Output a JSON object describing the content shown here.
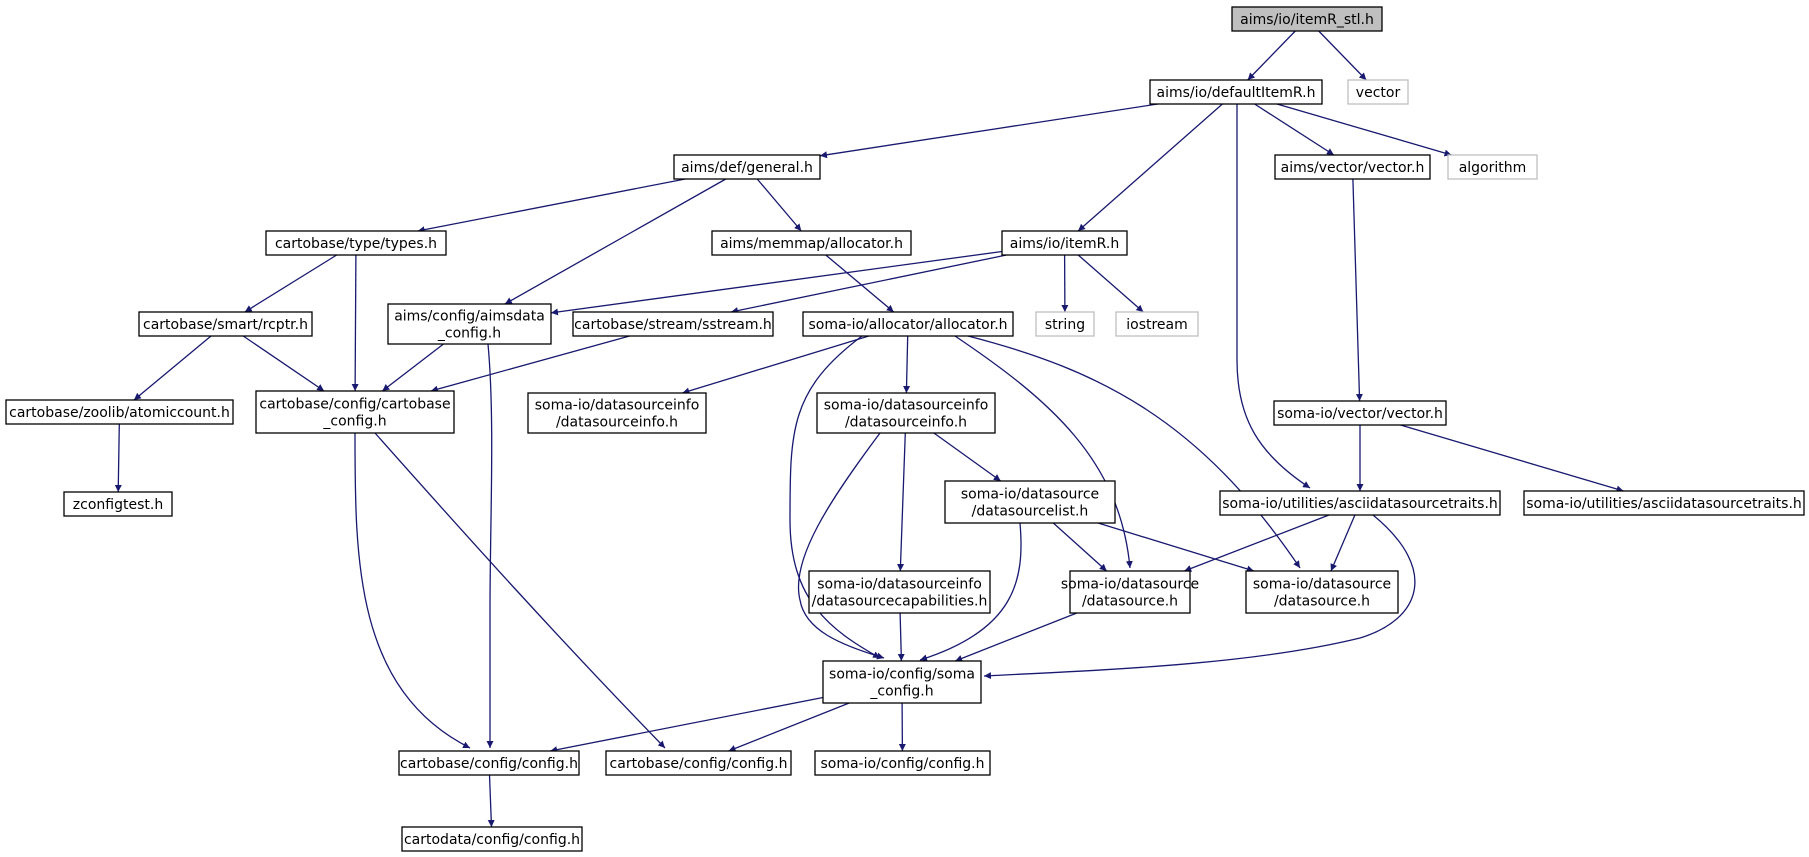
{
  "diagram": {
    "type": "include-dependency-graph",
    "colors": {
      "edge": "#191970",
      "root_fill": "#bfbfbf",
      "node_border": "#000000",
      "system_border": "#bfbfbf"
    },
    "nodes": [
      {
        "id": "n0",
        "lines": [
          "aims/io/itemR_stl.h"
        ],
        "kind": "root"
      },
      {
        "id": "n1",
        "lines": [
          "aims/io/defaultItemR.h"
        ],
        "kind": "file"
      },
      {
        "id": "n2",
        "lines": [
          "vector"
        ],
        "kind": "system"
      },
      {
        "id": "n3",
        "lines": [
          "aims/def/general.h"
        ],
        "kind": "file"
      },
      {
        "id": "n4",
        "lines": [
          "aims/io/itemR.h"
        ],
        "kind": "file"
      },
      {
        "id": "n5",
        "lines": [
          "aims/vector/vector.h"
        ],
        "kind": "file"
      },
      {
        "id": "n6",
        "lines": [
          "algorithm"
        ],
        "kind": "system"
      },
      {
        "id": "n7",
        "lines": [
          "cartobase/type/types.h"
        ],
        "kind": "file"
      },
      {
        "id": "n8",
        "lines": [
          "aims/memmap/allocator.h"
        ],
        "kind": "file"
      },
      {
        "id": "n9",
        "lines": [
          "cartobase/smart/rcptr.h"
        ],
        "kind": "file"
      },
      {
        "id": "n10",
        "lines": [
          "aims/config/aimsdata",
          "_config.h"
        ],
        "kind": "file"
      },
      {
        "id": "n11",
        "lines": [
          "cartobase/stream/sstream.h"
        ],
        "kind": "file"
      },
      {
        "id": "n12",
        "lines": [
          "soma-io/allocator/allocator.h"
        ],
        "kind": "file"
      },
      {
        "id": "n13",
        "lines": [
          "string"
        ],
        "kind": "system"
      },
      {
        "id": "n14",
        "lines": [
          "iostream"
        ],
        "kind": "system"
      },
      {
        "id": "n15",
        "lines": [
          "cartobase/zoolib/atomiccount.h"
        ],
        "kind": "file"
      },
      {
        "id": "n16",
        "lines": [
          "cartobase/config/cartobase",
          "_config.h"
        ],
        "kind": "file"
      },
      {
        "id": "n17",
        "lines": [
          "soma-io/datasourceinfo",
          "/datasourceinfo.h"
        ],
        "kind": "file"
      },
      {
        "id": "n18",
        "lines": [
          "soma-io/datasourceinfo",
          "/datasourceinfo.h"
        ],
        "kind": "file"
      },
      {
        "id": "n19",
        "lines": [
          "soma-io/vector/vector.h"
        ],
        "kind": "file"
      },
      {
        "id": "n20",
        "lines": [
          "zconfigtest.h"
        ],
        "kind": "file"
      },
      {
        "id": "n21",
        "lines": [
          "soma-io/datasource",
          "/datasourcelist.h"
        ],
        "kind": "file"
      },
      {
        "id": "n22",
        "lines": [
          "soma-io/utilities/asciidatasourcetraits.h"
        ],
        "kind": "file"
      },
      {
        "id": "n23",
        "lines": [
          "soma-io/utilities/asciidatasourcetraits.h"
        ],
        "kind": "file"
      },
      {
        "id": "n24",
        "lines": [
          "soma-io/datasourceinfo",
          "/datasourcecapabilities.h"
        ],
        "kind": "file"
      },
      {
        "id": "n25",
        "lines": [
          "soma-io/datasource",
          "/datasource.h"
        ],
        "kind": "file"
      },
      {
        "id": "n26",
        "lines": [
          "soma-io/datasource",
          "/datasource.h"
        ],
        "kind": "file"
      },
      {
        "id": "n27",
        "lines": [
          "soma-io/config/soma",
          "_config.h"
        ],
        "kind": "file"
      },
      {
        "id": "n28",
        "lines": [
          "cartobase/config/config.h"
        ],
        "kind": "file"
      },
      {
        "id": "n29",
        "lines": [
          "cartobase/config/config.h"
        ],
        "kind": "file"
      },
      {
        "id": "n30",
        "lines": [
          "soma-io/config/config.h"
        ],
        "kind": "file"
      },
      {
        "id": "n31",
        "lines": [
          "cartodata/config/config.h"
        ],
        "kind": "file"
      }
    ],
    "edges": [
      {
        "from": "n0",
        "to": "n1"
      },
      {
        "from": "n0",
        "to": "n2"
      },
      {
        "from": "n1",
        "to": "n3"
      },
      {
        "from": "n1",
        "to": "n4"
      },
      {
        "from": "n1",
        "to": "n5"
      },
      {
        "from": "n1",
        "to": "n6"
      },
      {
        "from": "n1",
        "to": "n22"
      },
      {
        "from": "n3",
        "to": "n7"
      },
      {
        "from": "n3",
        "to": "n8"
      },
      {
        "from": "n3",
        "to": "n10"
      },
      {
        "from": "n4",
        "to": "n10"
      },
      {
        "from": "n4",
        "to": "n11"
      },
      {
        "from": "n4",
        "to": "n13"
      },
      {
        "from": "n4",
        "to": "n14"
      },
      {
        "from": "n5",
        "to": "n19"
      },
      {
        "from": "n7",
        "to": "n9"
      },
      {
        "from": "n7",
        "to": "n16"
      },
      {
        "from": "n8",
        "to": "n12"
      },
      {
        "from": "n9",
        "to": "n15"
      },
      {
        "from": "n9",
        "to": "n16"
      },
      {
        "from": "n10",
        "to": "n16"
      },
      {
        "from": "n10",
        "to": "n28"
      },
      {
        "from": "n11",
        "to": "n16"
      },
      {
        "from": "n12",
        "to": "n17"
      },
      {
        "from": "n12",
        "to": "n18"
      },
      {
        "from": "n12",
        "to": "n25"
      },
      {
        "from": "n12",
        "to": "n26"
      },
      {
        "from": "n12",
        "to": "n27"
      },
      {
        "from": "n15",
        "to": "n20"
      },
      {
        "from": "n16",
        "to": "n28"
      },
      {
        "from": "n16",
        "to": "n29"
      },
      {
        "from": "n18",
        "to": "n21"
      },
      {
        "from": "n18",
        "to": "n24"
      },
      {
        "from": "n18",
        "to": "n27"
      },
      {
        "from": "n19",
        "to": "n22"
      },
      {
        "from": "n19",
        "to": "n23"
      },
      {
        "from": "n21",
        "to": "n25"
      },
      {
        "from": "n21",
        "to": "n26"
      },
      {
        "from": "n21",
        "to": "n27"
      },
      {
        "from": "n22",
        "to": "n25"
      },
      {
        "from": "n22",
        "to": "n26"
      },
      {
        "from": "n22",
        "to": "n27"
      },
      {
        "from": "n24",
        "to": "n27"
      },
      {
        "from": "n25",
        "to": "n27"
      },
      {
        "from": "n27",
        "to": "n28"
      },
      {
        "from": "n27",
        "to": "n29"
      },
      {
        "from": "n27",
        "to": "n30"
      },
      {
        "from": "n28",
        "to": "n31"
      }
    ]
  }
}
